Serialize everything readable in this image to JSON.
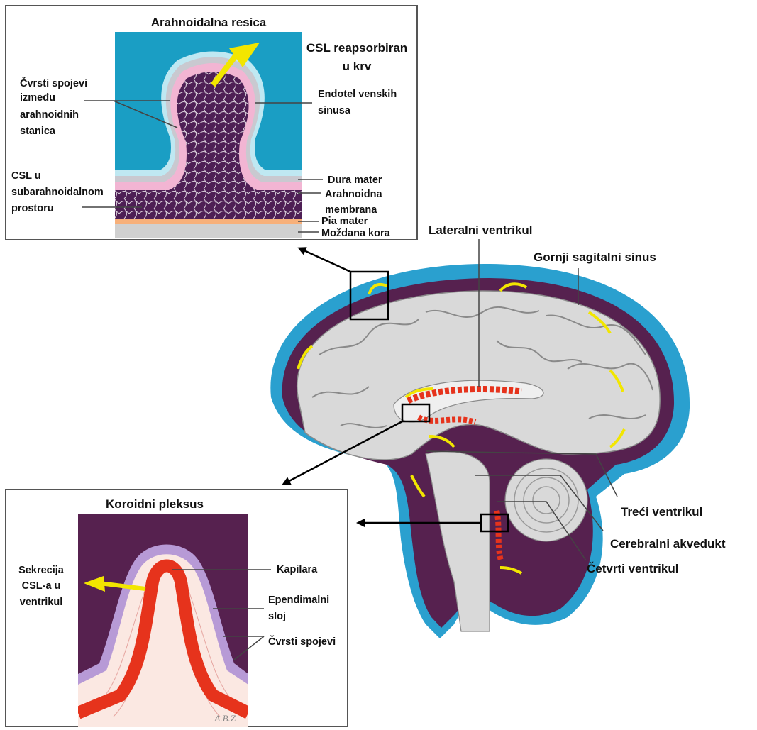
{
  "arachnoid_panel": {
    "title": "Arahnoidalna resica",
    "labels": {
      "csf_reabsorbed_1": "CSL reapsorbiran",
      "csf_reabsorbed_2": "u krv",
      "tight_junctions_1": "Čvrsti spojevi",
      "tight_junctions_2": "između",
      "tight_junctions_3": "arahnoidnih",
      "tight_junctions_4": "stanica",
      "endothelium_1": "Endotel venskih",
      "endothelium_2": "sinusa",
      "csf_subarachnoid_1": "CSL u",
      "csf_subarachnoid_2": "subarahnoidalnom",
      "csf_subarachnoid_3": "prostoru",
      "dura": "Dura mater",
      "arachnoid_1": "Arahnoidna",
      "arachnoid_2": "membrana",
      "pia": "Pia mater",
      "cortex": "Moždana kora"
    }
  },
  "brain": {
    "labels": {
      "lateral_ventricle": "Lateralni ventrikul",
      "superior_sagittal_sinus": "Gornji sagitalni sinus",
      "third_ventricle": "Treći ventrikul",
      "cerebral_aqueduct": "Cerebralni akvedukt",
      "fourth_ventricle": "Četvrti ventrikul"
    }
  },
  "choroid_panel": {
    "title": "Koroidni pleksus",
    "labels": {
      "secretion_1": "Sekrecija",
      "secretion_2": "CSL-a u",
      "secretion_3": "ventrikul",
      "capillary": "Kapilara",
      "ependymal_1": "Ependimalni",
      "ependymal_2": "sloj",
      "tight_junctions": "Čvrsti spojevi"
    },
    "signature": "A.B.Z"
  },
  "colors": {
    "sinus_blue": "#2aa0cf",
    "csf_purple": "#56214f",
    "brain_gray": "#d9d9d9",
    "arachnoid_pink": "#f2b5d3",
    "blood_red": "#e6331c",
    "flow_yellow": "#f2e600",
    "ependymal_lilac": "#b79ad6"
  }
}
